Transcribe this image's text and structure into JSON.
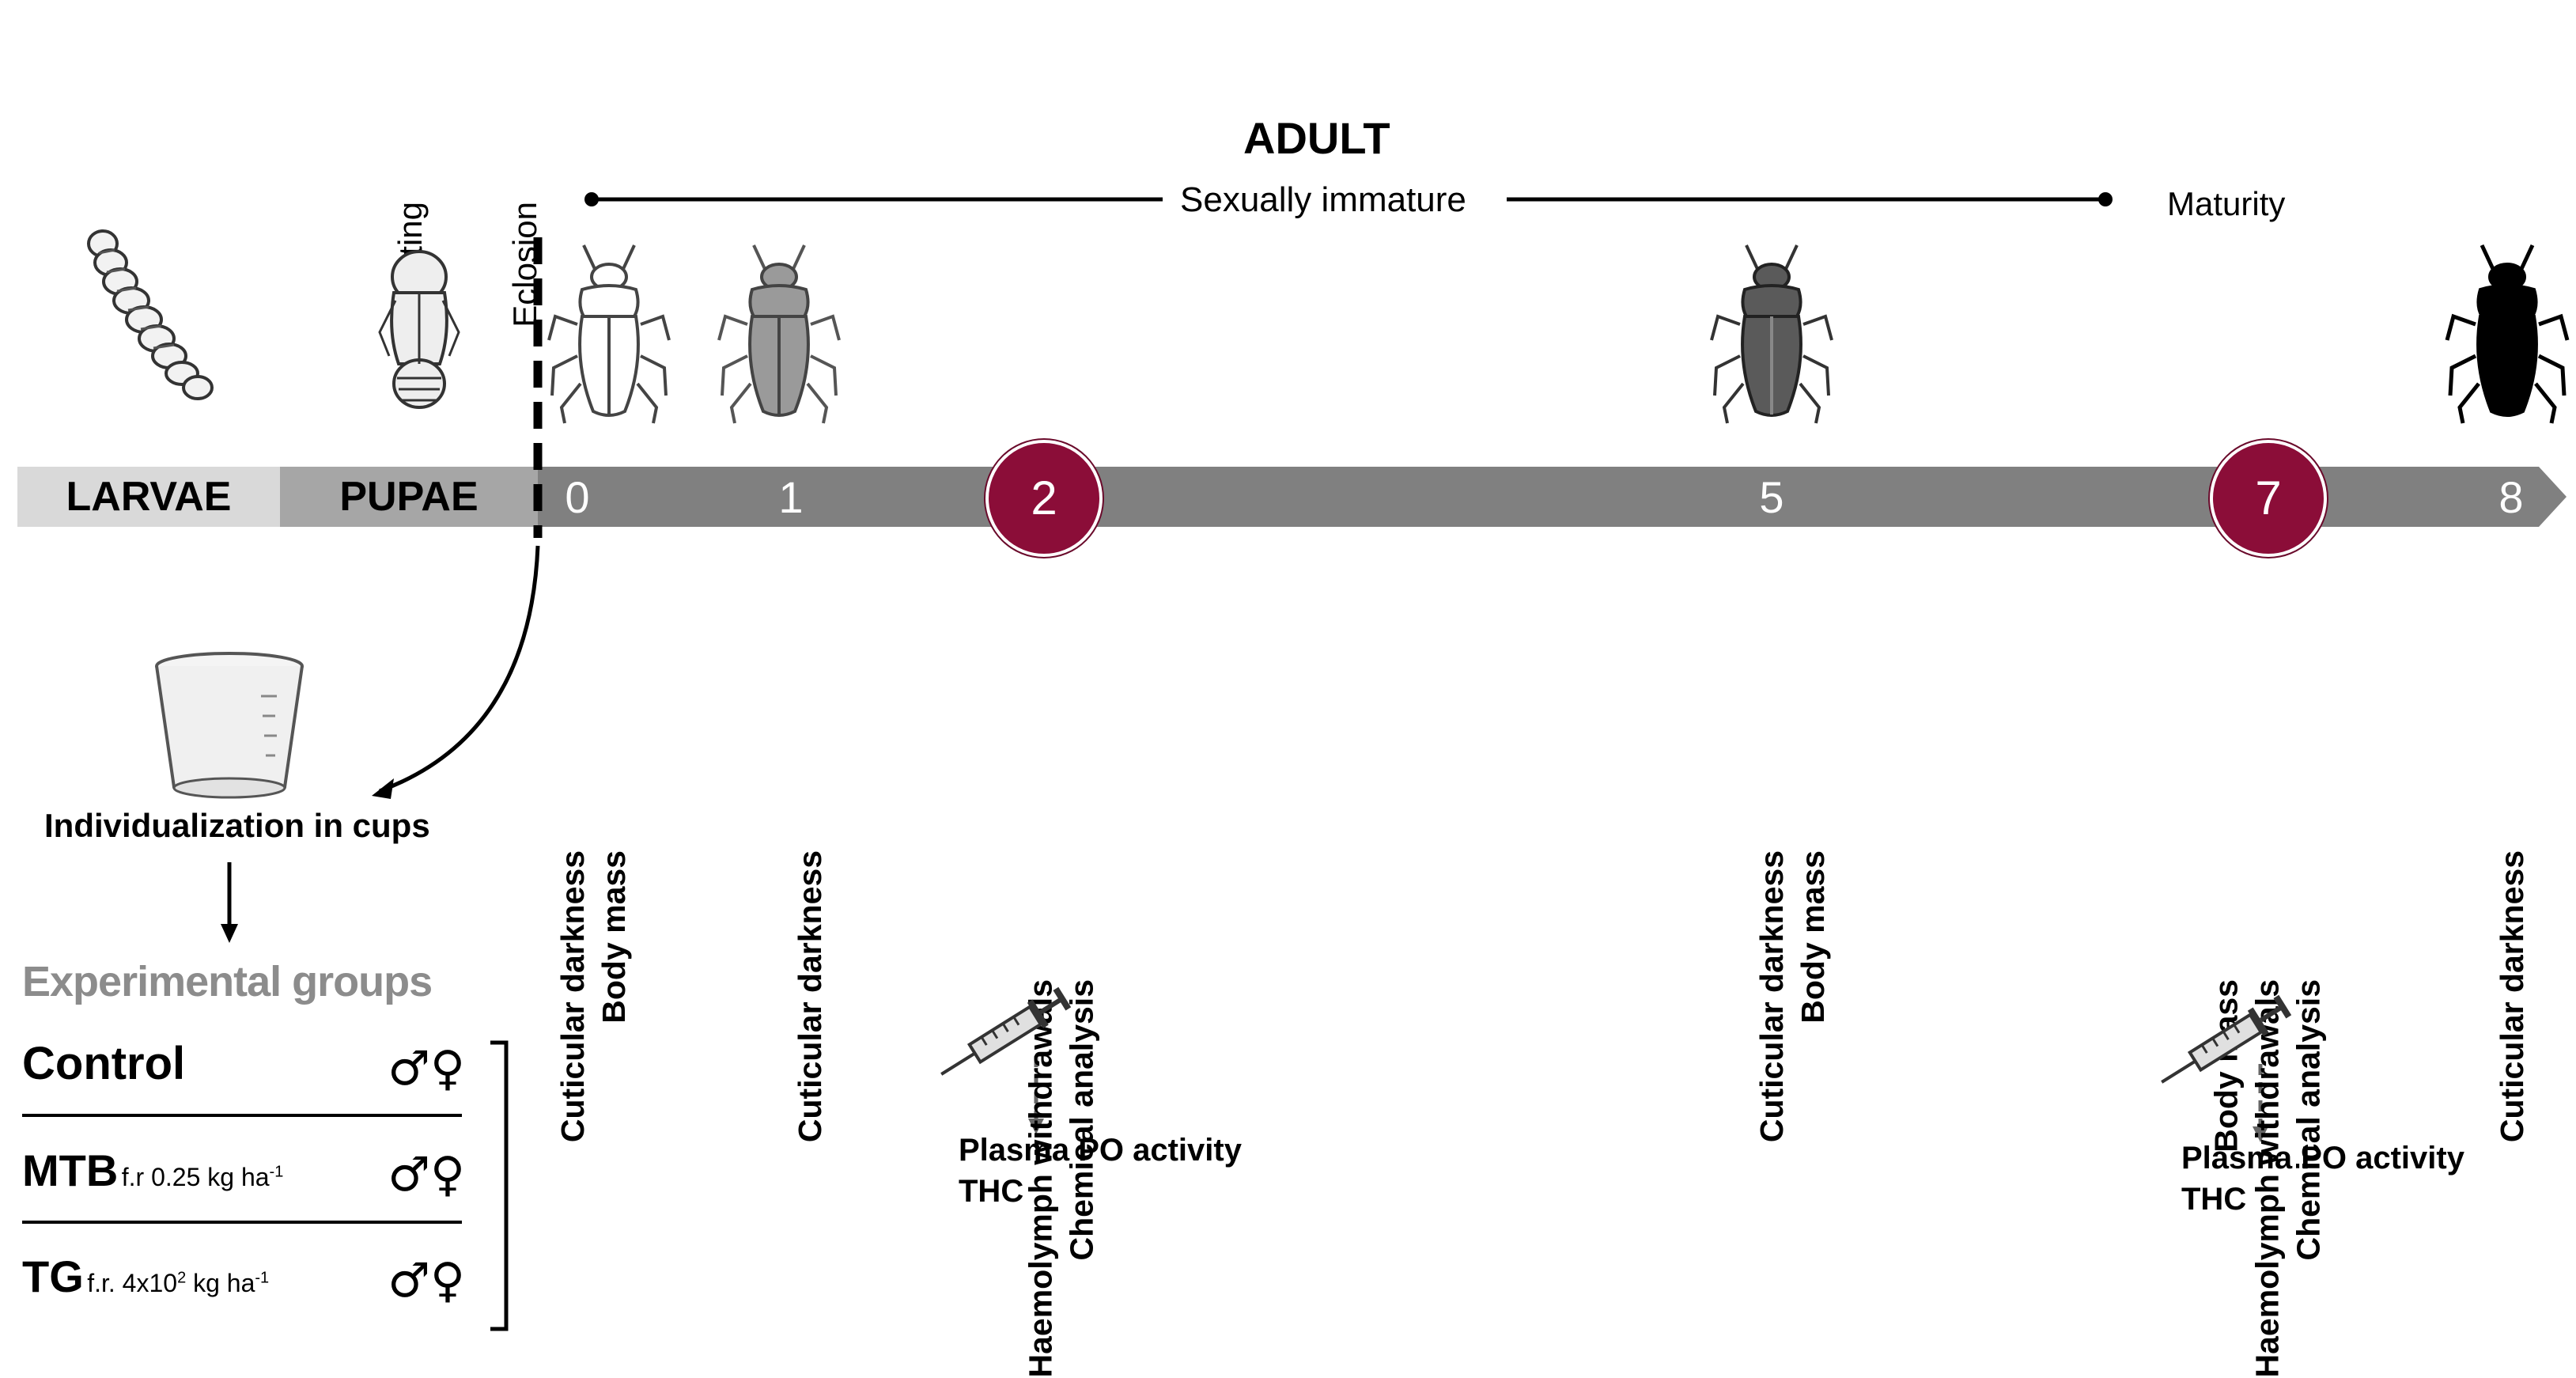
{
  "header": {
    "adult": "ADULT",
    "sexually_immature": "Sexually  immature",
    "maturity": "Maturity",
    "sex_sorting": "Sex sorting",
    "eclosion": "Eclosion"
  },
  "stages": {
    "larvae": "LARVAE",
    "pupae": "PUPAE"
  },
  "days": [
    "0",
    "1",
    "2",
    "5",
    "7",
    "8"
  ],
  "measures": {
    "day0": [
      "Cuticular darkness",
      "Body mass"
    ],
    "day1": [
      "Cuticular darkness"
    ],
    "day2": [
      "Haemolymph withdrawals",
      "Chemical analysis"
    ],
    "day5": [
      "Cuticular darkness",
      "Body mass"
    ],
    "day7": [
      "Body mass",
      "Haemolymph withdrawals",
      "Chemical analysis"
    ],
    "day8": [
      "Cuticular darkness"
    ]
  },
  "results": {
    "day2": [
      "Plasma  PO activity",
      "THC"
    ],
    "day7": [
      "Plasma  PO activity",
      "THC"
    ]
  },
  "individualization": "Individualization in cups",
  "groups_title": "Experimental groups",
  "groups": [
    {
      "name": "Control",
      "dose": "",
      "sup": "",
      "symbols": "♂♀"
    },
    {
      "name": "MTB",
      "dose": "f.r 0.25  kg ha",
      "sup": "-1",
      "symbols": "♂♀"
    },
    {
      "name": "TG",
      "dose": "f.r. 4x10",
      "sup": "2",
      "dose2": " kg ha",
      "sup2": "-1",
      "symbols": "♂♀"
    }
  ],
  "colors": {
    "timeline": "#808080",
    "larvae_bg": "#d9d9d9",
    "pupae_bg": "#a6a6a6",
    "circle": "#8b0d38",
    "groups_title": "#8c8c8c"
  }
}
